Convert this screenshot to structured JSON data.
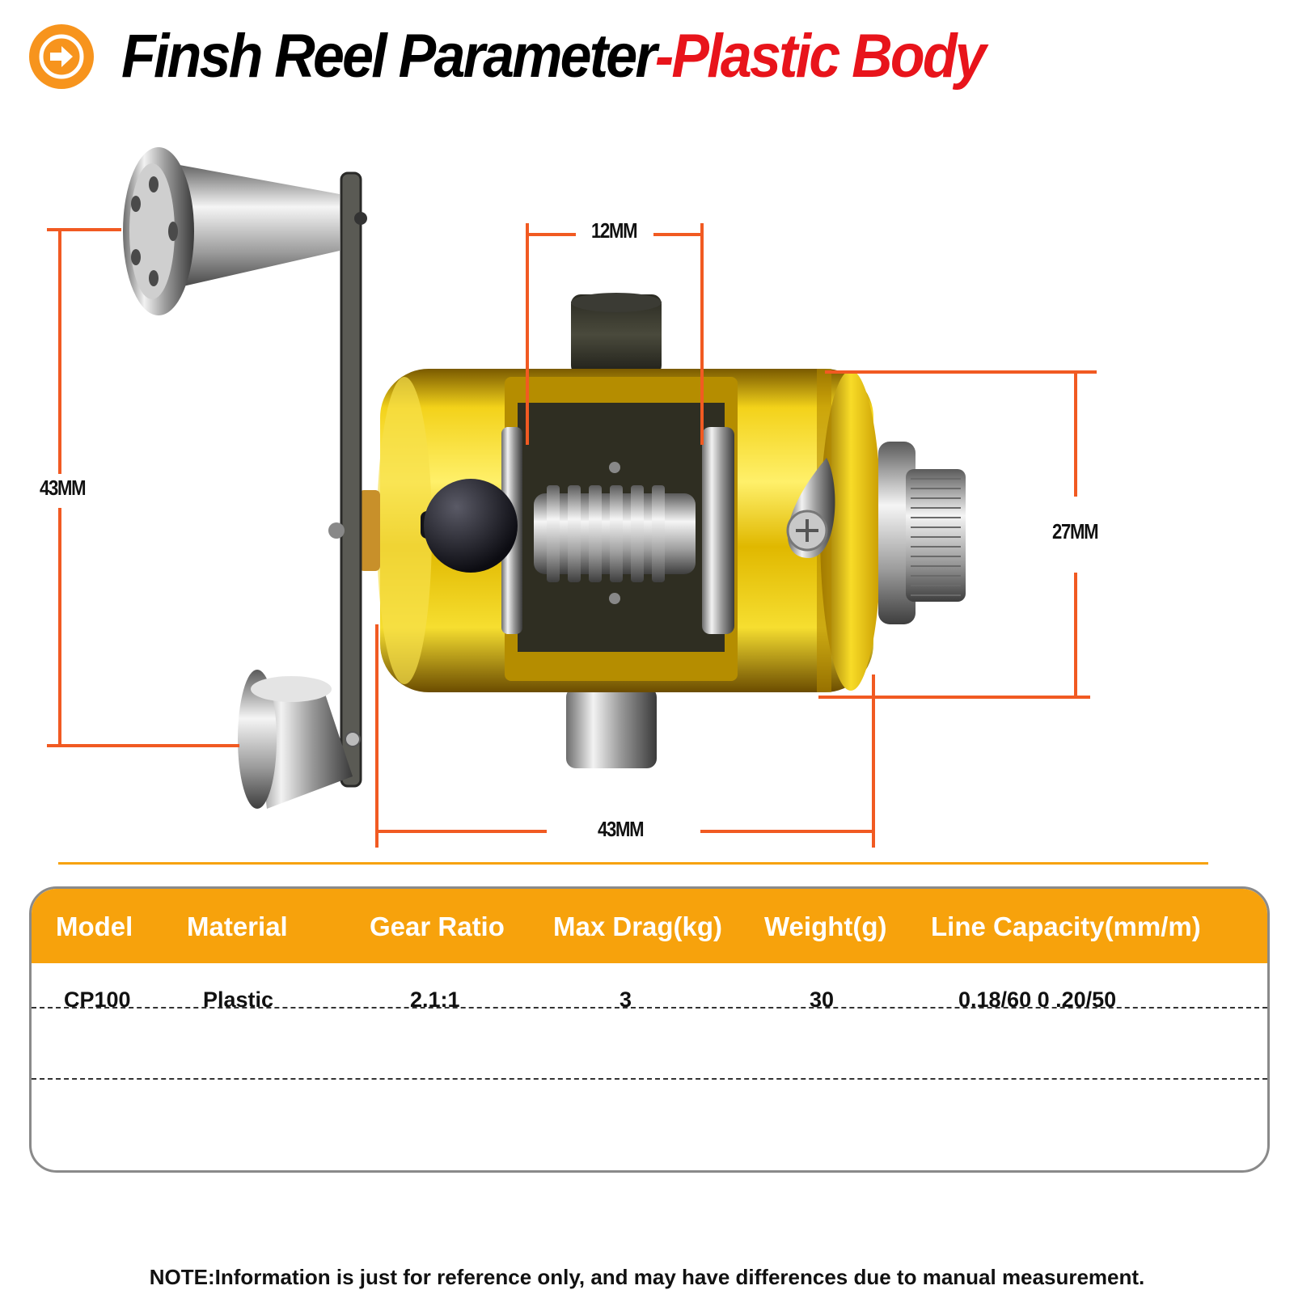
{
  "header": {
    "title_main": "Finsh Reel Parameter",
    "title_accent": "-Plastic Body",
    "title_accent_color": "#e8141b",
    "badge_icon": "arrow-right-icon",
    "badge_color": "#f7941d"
  },
  "dimensions": {
    "handle_height": "43MM",
    "spool_width": "12MM",
    "body_height": "27MM",
    "body_length": "43MM",
    "line_color": "#f15a22"
  },
  "spec_table": {
    "header_color": "#f7a20c",
    "columns": [
      "Model",
      "Material",
      "Gear Ratio",
      "Max Drag(kg)",
      "Weight(g)",
      "Line Capacity(mm/m)"
    ],
    "rows": [
      [
        "CP100",
        "Plastic",
        "2.1:1",
        "3",
        "30",
        "0.18/60 0 .20/50"
      ]
    ]
  },
  "note": "NOTE:Information is just for reference only, and may have differences due to manual measurement."
}
